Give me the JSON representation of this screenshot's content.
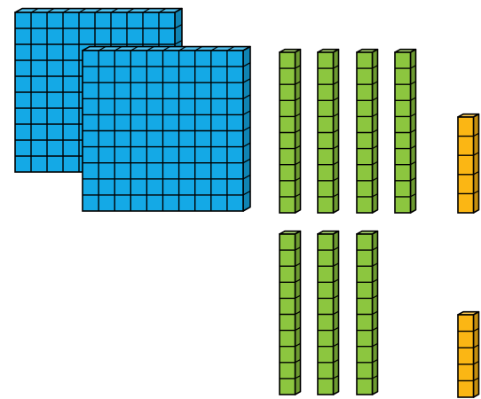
{
  "colors": {
    "hundreds": "#14a9e6",
    "tens": "#8cc63f",
    "ones": "#fbb614",
    "outline": "#000000",
    "background": "#ffffff"
  },
  "blocks": {
    "hundreds": 2,
    "tens": 7,
    "ones": 10
  },
  "groups": [
    {
      "kind": "hundreds",
      "count": 2
    },
    {
      "kind": "tens",
      "count": 4
    },
    {
      "kind": "tens",
      "count": 3
    },
    {
      "kind": "ones",
      "count": 5
    },
    {
      "kind": "ones",
      "count": 5
    }
  ]
}
